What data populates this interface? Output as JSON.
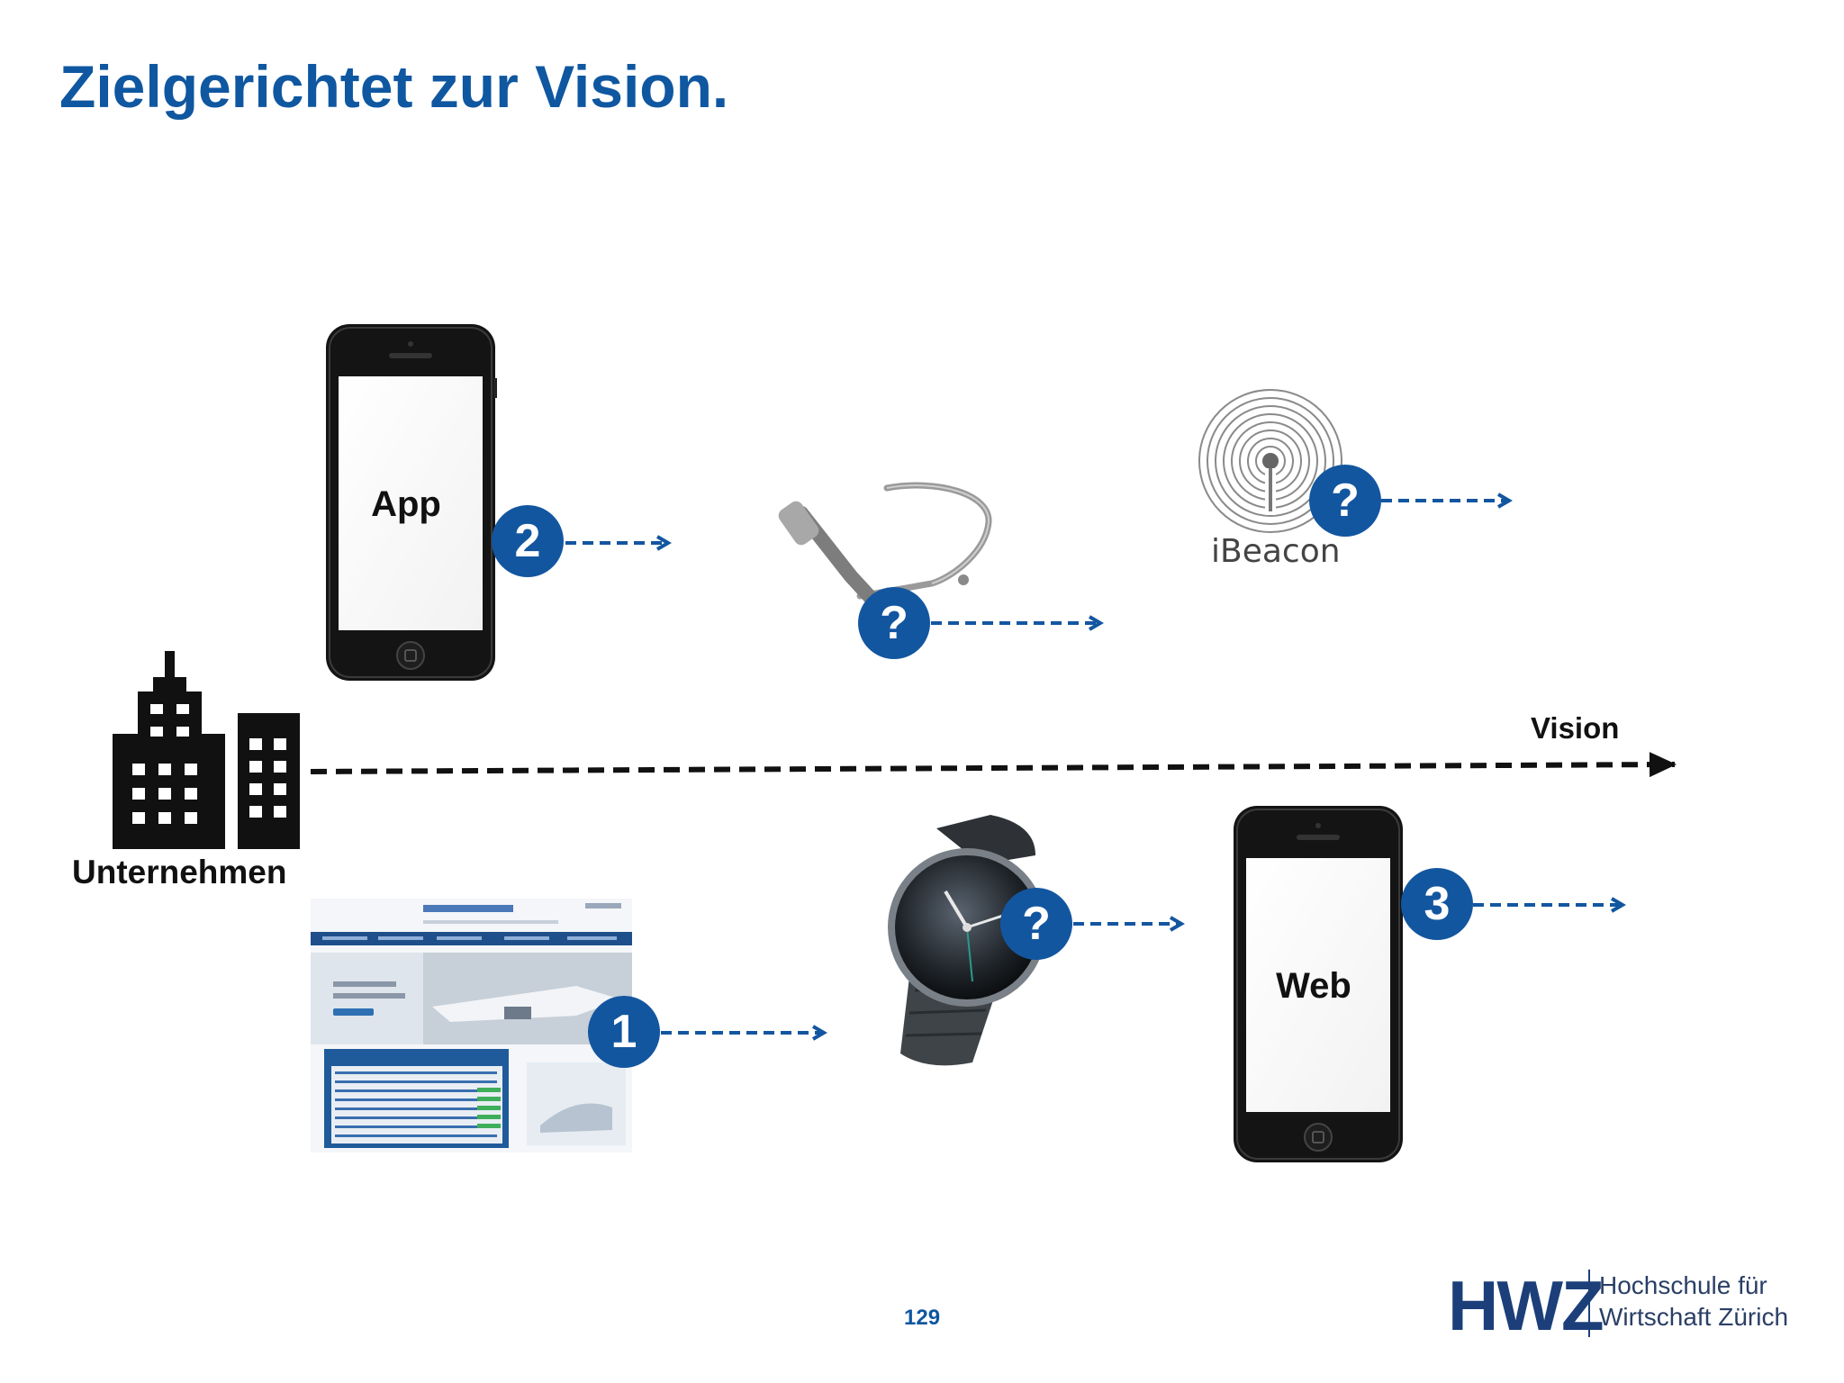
{
  "slide": {
    "title": "Zielgerichtet zur Vision.",
    "page_number": "129"
  },
  "diagram": {
    "company_label": "Unternehmen",
    "vision_label": "Vision",
    "phone_app_label": "App",
    "phone_web_label": "Web",
    "ibeacon_label": "iBeacon",
    "badges": {
      "website": "1",
      "app": "2",
      "web": "3",
      "glasses": "?",
      "ibeacon": "?",
      "watch": "?"
    }
  },
  "logo": {
    "letters": "HWZ",
    "line1": "Hochschule für",
    "line2": "Wirtschaft Zürich"
  },
  "colors": {
    "accent_blue": "#0f57a0",
    "badge_blue": "#1356a0",
    "arrow_black": "#111111"
  }
}
